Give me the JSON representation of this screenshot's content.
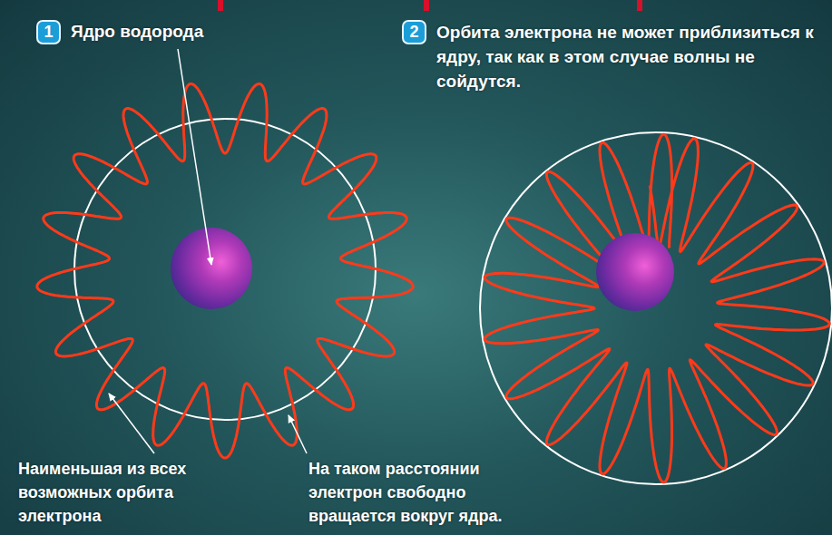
{
  "diagram": {
    "labels": [
      "1",
      "Ядро водорода",
      "2",
      "Орбита электрона не может приблизиться к ядру, так как в этом случае волны не сойдутся.",
      "Наименьшая из всех возможных орбита электрона",
      "На таком расстоянии электрон свободно вращается вокруг ядра."
    ]
  }
}
